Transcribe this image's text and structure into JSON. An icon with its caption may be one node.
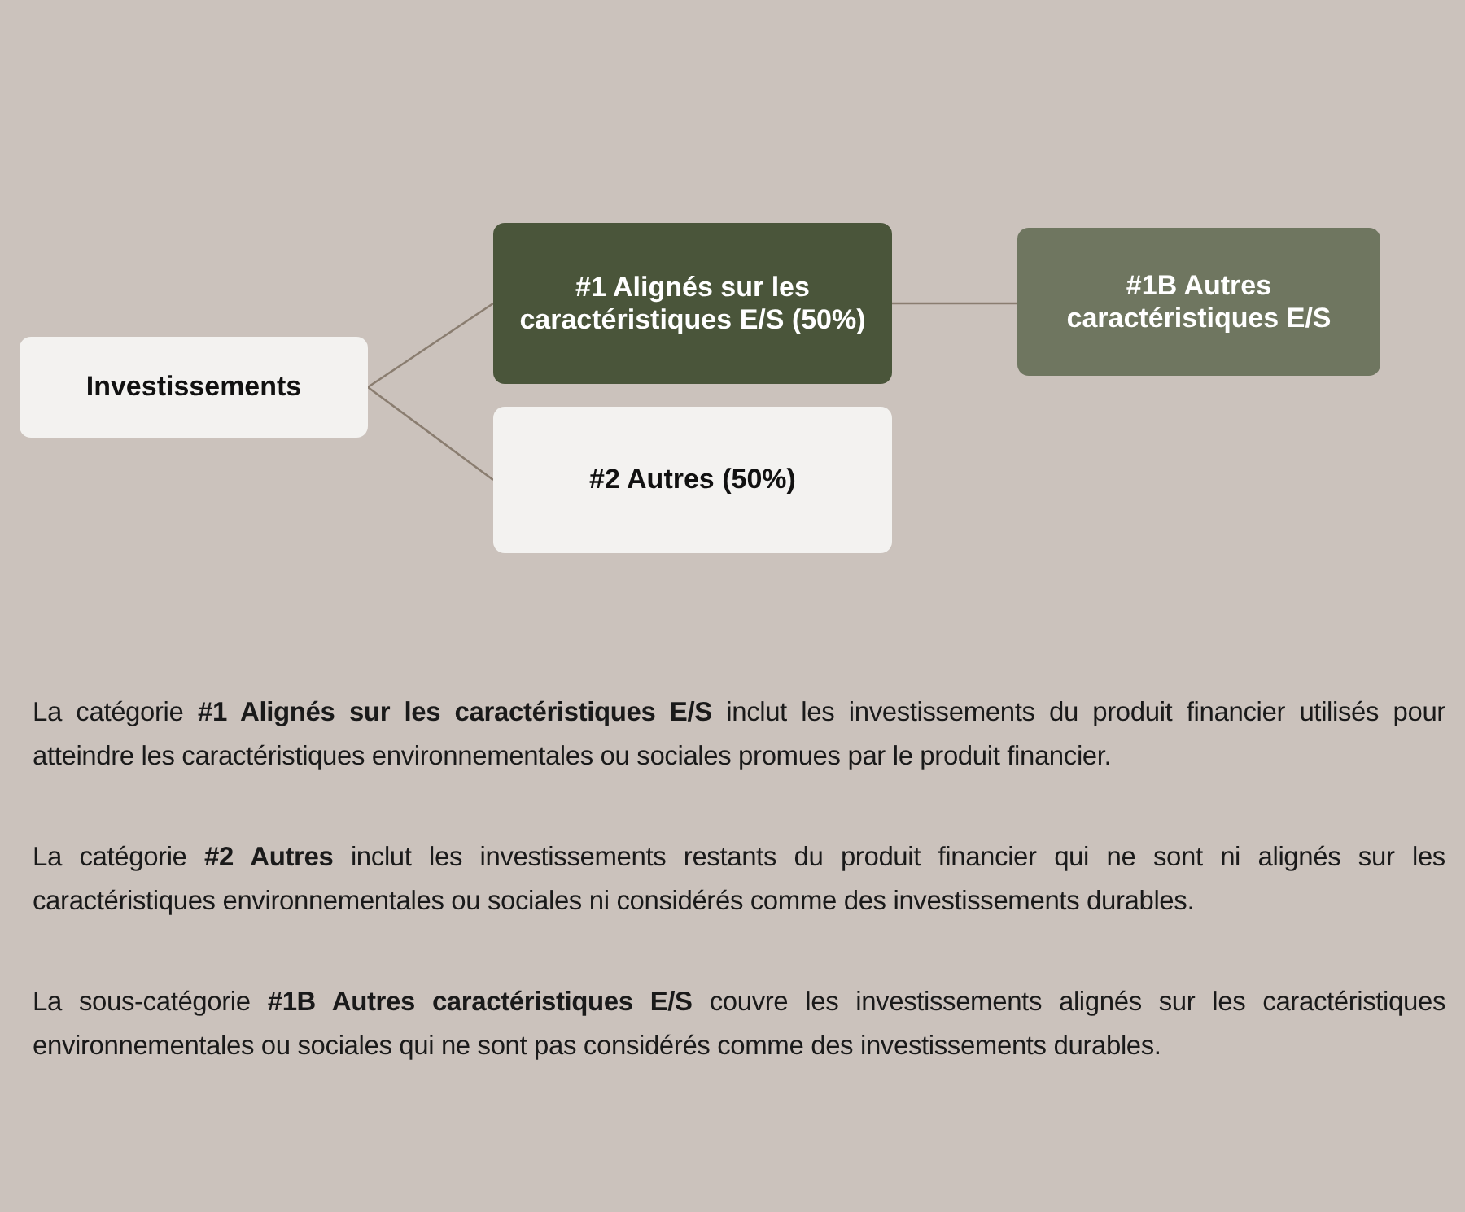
{
  "diagram": {
    "nodes": [
      {
        "text": [
          "Investissements"
        ]
      },
      {
        "text": [
          "#1 Alignés sur les caractéristiques E/S (50%)"
        ]
      },
      {
        "text": [
          "#2 Autres (50%)"
        ]
      },
      {
        "text": [
          "#1B Autres caractéristiques E/S"
        ]
      }
    ],
    "edges": [
      {
        "from": 0,
        "to": 1,
        "arrow": "none"
      },
      {
        "from": 0,
        "to": 2,
        "arrow": "none"
      },
      {
        "from": 1,
        "to": 3,
        "arrow": "none"
      }
    ],
    "labels": [
      "La catégorie **#1 Alignés sur les caractéristiques E/S** inclut les investissements du produit financier utilisés pour atteindre les caractéristiques environnementales ou sociales promues par le produit financier.",
      "La catégorie **#2 Autres** inclut les investissements restants du produit financier qui ne sont ni alignés sur les caractéristiques environnementales ou sociales ni considérés comme des investissements durables.",
      "La sous-catégorie **#1B Autres caractéristiques E/S** couvre les investissements alignés sur les caractéristiques environnementales ou sociales qui ne sont pas considérés comme des investissements durables."
    ]
  }
}
